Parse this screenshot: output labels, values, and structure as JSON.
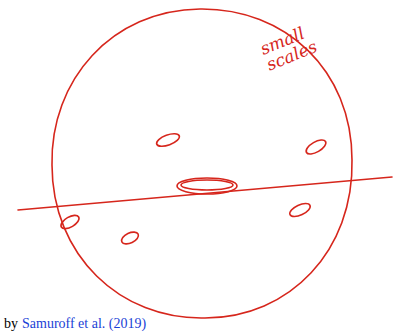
{
  "diagram": {
    "labels": [
      "small scales",
      "by",
      "Samuroff et al. (2019)"
    ]
  }
}
